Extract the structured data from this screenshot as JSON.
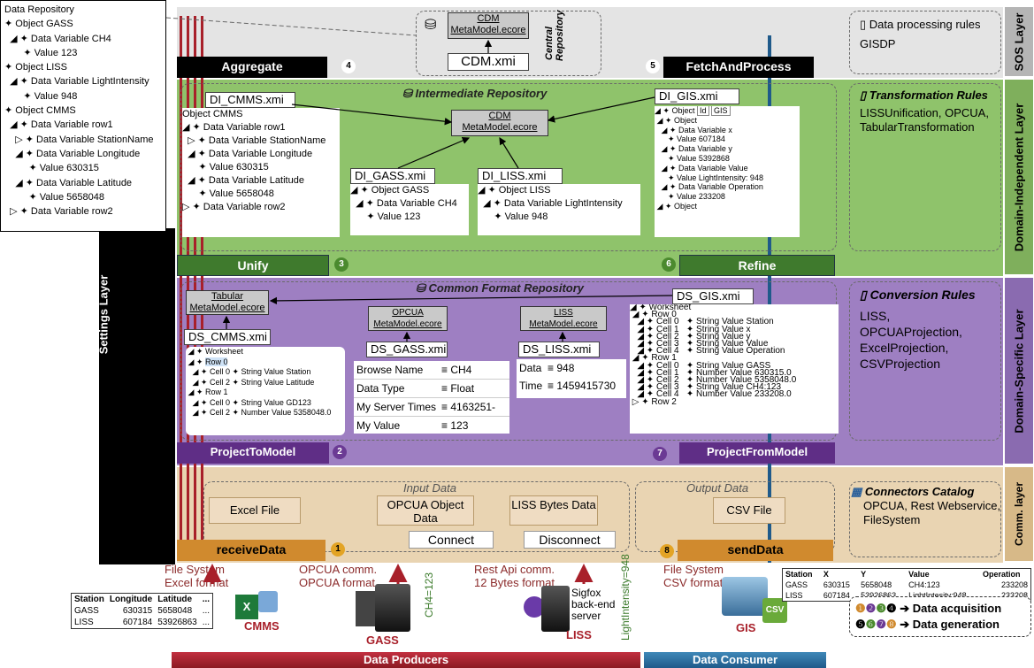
{
  "repo_tree": [
    "Data Repository",
    "Object GASS",
    "Data Variable CH4",
    "Value 123",
    "Object LISS",
    "Data Variable LightIntensity",
    "Value 948",
    "Object CMMS",
    "Data Variable row1",
    "Data Variable StationName",
    "Data Variable Longitude",
    "Value 630315",
    "Data Variable Latitude",
    "Value 5658048",
    "Data Variable row2"
  ],
  "layers": {
    "sos": "SOS Layer",
    "di": "Domain-Independent Layer",
    "ds": "Domain-Specific Layer",
    "comm": "Comm. layer",
    "settings": "Settings Layer"
  },
  "sos": {
    "cdm_meta": "CDM\nMetaModel.ecore",
    "cdm_xmi": "CDM.xmi",
    "central": "Central\nRepository",
    "aggregate": "Aggregate",
    "fetch": "FetchAndProcess",
    "rules_title": "Data processing rules",
    "rules_body": "GISDP"
  },
  "di": {
    "title": "Intermediate Repository",
    "cdm_meta": "CDM\nMetaModel.ecore",
    "cmms_file": "DI_CMMS.xmi",
    "gass_file": "DI_GASS.xmi",
    "liss_file": "DI_LISS.xmi",
    "gis_file": "DI_GIS.xmi",
    "cmms_tree": [
      "Object CMMS",
      "Data Variable row1",
      "Data Variable StationName",
      "Data Variable Longitude",
      "Value 630315",
      "Data Variable Latitude",
      "Value 5658048",
      "Data Variable row2"
    ],
    "gass_tree": [
      "Object GASS",
      "Data Variable CH4",
      "Value 123"
    ],
    "liss_tree": [
      "Object LISS",
      "Data Variable LightIntensity",
      "Value 948"
    ],
    "gis_tree": [
      "Object",
      "Id",
      "GIS",
      "Object",
      "Data Variable x",
      "Value 607184",
      "Data Variable y",
      "Value 5392868",
      "Data Variable Value",
      "Value LightIntensity: 948",
      "Data Variable Operation",
      "Value 233208",
      "Object"
    ],
    "unify": "Unify",
    "refine": "Refine",
    "rules_title": "Transformation Rules",
    "rules_body": "LISSUnification, OPCUA, TabularTransformation"
  },
  "ds": {
    "title": "Common Format Repository",
    "tabular_meta": "Tabular\nMetaModel.ecore",
    "opcua_meta": "OPCUA\nMetaModel.ecore",
    "liss_meta": "LISS\nMetaModel.ecore",
    "cmms_file": "DS_CMMS.xmi",
    "gass_file": "DS_GASS.xmi",
    "liss_file": "DS_LISS.xmi",
    "gis_file": "DS_GIS.xmi",
    "cmms_tree": [
      "Worksheet",
      "Row 0",
      "Cell 0",
      "String Value Station",
      "Cell 2",
      "String Value Latitude",
      "Row 1",
      "Cell 0",
      "String Value GD123",
      "Cell 2",
      "Number Value 5358048.0"
    ],
    "gass_rows": [
      [
        "Browse Name",
        "CH4"
      ],
      [
        "Data Type",
        "Float"
      ],
      [
        "My Server Times",
        "4163251-"
      ],
      [
        "My Value",
        "123"
      ]
    ],
    "liss_rows": [
      [
        "Data",
        "948"
      ],
      [
        "Time",
        "1459415730"
      ]
    ],
    "gis_tree": [
      "Worksheet",
      "Row 0",
      "Cell 0",
      "Cell 1",
      "Cell 2",
      "Cell 3",
      "Cell 4",
      "String Value Station",
      "String Value x",
      "String Value y",
      "String Value Value",
      "String Value Operation",
      "Row 1",
      "Cell 0",
      "Cell 1",
      "Cell 2",
      "Cell 3",
      "Cell 4",
      "String Value GASS",
      "Number Value 630315.0",
      "Number Value 5358048.0",
      "String Value CH4:123",
      "Number Value 233208.0",
      "Row 2"
    ],
    "project_to": "ProjectToModel",
    "project_from": "ProjectFromModel",
    "rules_title": "Conversion Rules",
    "rules_body": "LISS, OPCUAProjection, ExcelProjection, CSVProjection"
  },
  "comm": {
    "input": "Input Data",
    "output": "Output Data",
    "excel": "Excel File",
    "opcua": "OPCUA Object Data",
    "liss": "LISS Bytes Data",
    "csv": "CSV File",
    "connect": "Connect",
    "disconnect": "Disconnect",
    "receive": "receiveData",
    "send": "sendData",
    "catalog_title": "Connectors Catalog",
    "catalog_body": "OPCUA, Rest Webservice, FileSystem"
  },
  "producers": {
    "cmms_proto": "File System\nExcel format",
    "gass_proto": "OPCUA comm.\nOPCUA format",
    "liss_proto": "Rest Api comm.\n12 Bytes format",
    "gis_proto": "File System\nCSV format",
    "ch4": "CH4=123",
    "light": "LightIntensity=948",
    "sigfox": "Sigfox\nback-end\nserver",
    "cmms": "CMMS",
    "gass": "GASS",
    "liss": "LISS",
    "gis": "GIS",
    "producers_bar": "Data Producers",
    "consumer_bar": "Data Consumer"
  },
  "cmms_table": {
    "headers": [
      "Station",
      "Longitude",
      "Latitude",
      "..."
    ],
    "rows": [
      [
        "GASS",
        "630315",
        "5658048",
        "..."
      ],
      [
        "LISS",
        "607184",
        "53926863",
        "..."
      ]
    ]
  },
  "gis_table": {
    "headers": [
      "Station",
      "X",
      "Y",
      "Value",
      "Operation"
    ],
    "rows": [
      [
        "GASS",
        "630315",
        "5658048",
        "CH4:123",
        "233208"
      ],
      [
        "LISS",
        "607184",
        "53926863",
        "LightIntesity:948",
        "233208"
      ]
    ]
  },
  "legend": {
    "acq": "Data acquisition",
    "gen": "Data generation"
  },
  "steps": [
    "1",
    "2",
    "3",
    "4",
    "5",
    "6",
    "7",
    "8"
  ]
}
